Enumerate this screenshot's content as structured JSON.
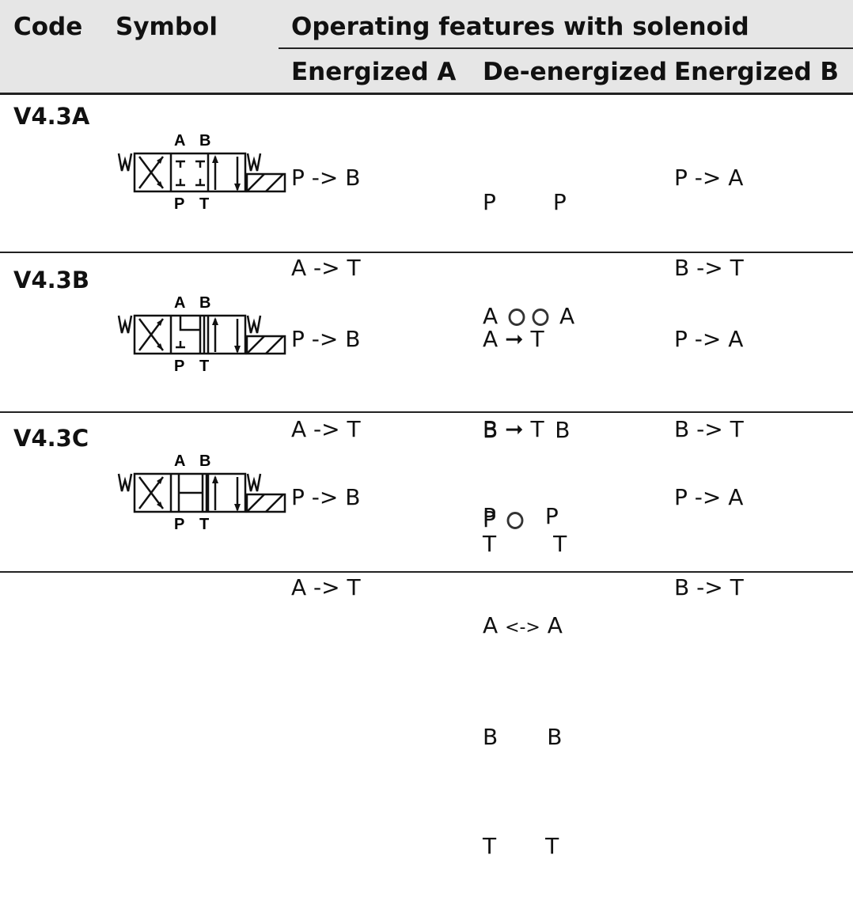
{
  "header": {
    "code": "Code",
    "symbol": "Symbol",
    "operating": "Operating features with solenoid",
    "energized_a": "Energized A",
    "de_energized": "De-energized",
    "energized_b": "Energized B"
  },
  "symbol_labels": {
    "a": "A",
    "b": "B",
    "p": "P",
    "t": "T",
    "w": "W"
  },
  "rows": [
    {
      "code": "V4.3A",
      "energized_a": [
        "P -> B",
        "A -> T"
      ],
      "de_energized": {
        "p_left": "P",
        "p_right": "P",
        "a_left": "A",
        "a_right": "A",
        "b_left": "B",
        "b_right": "B",
        "t_left": "T",
        "t_right": "T"
      },
      "energized_b": [
        "P -> A",
        "B -> T"
      ]
    },
    {
      "code": "V4.3B",
      "energized_a": [
        "P -> B",
        "A -> T"
      ],
      "de_energized": {
        "a_left": "A",
        "a_right": "T",
        "b_left": "B",
        "b_right": "T",
        "p_left": "P"
      },
      "energized_b": [
        "P -> A",
        "B -> T"
      ]
    },
    {
      "code": "V4.3C",
      "energized_a": [
        "P -> B",
        "A -> T"
      ],
      "de_energized": {
        "p_left": "P",
        "p_right": "P",
        "a_left": "A",
        "a_link": "<->",
        "a_right": "A",
        "b_left": "B",
        "b_right": "B",
        "t_left": "T",
        "t_right": "T"
      },
      "energized_b": [
        "P -> A",
        "B -> T"
      ]
    }
  ]
}
